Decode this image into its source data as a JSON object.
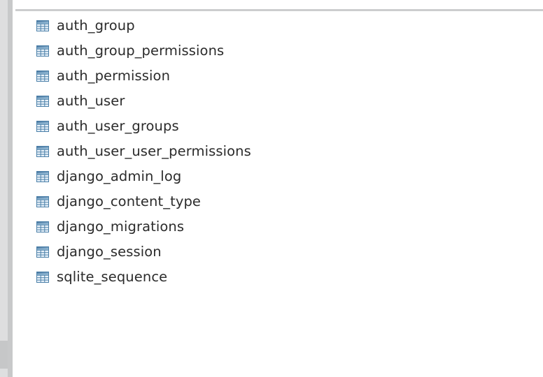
{
  "window": {
    "background_color": "#ffffff",
    "divider_color": "#cccdce"
  },
  "gutter": {
    "name": "vertical-scrollbar",
    "track_color": "#dededf",
    "band_color": "#c8c9ca",
    "thumb_color": "#c6c7c8"
  },
  "table_list": {
    "icon_name": "table-grid-icon",
    "icon_colors": {
      "header_dark": "#3a6a95",
      "header_light": "#7fa8c8",
      "border": "#4a7fa8",
      "cell_fill": "#eaf3fb"
    },
    "text_color": "#2b2b2b",
    "items": [
      {
        "label": "auth_group"
      },
      {
        "label": "auth_group_permissions"
      },
      {
        "label": "auth_permission"
      },
      {
        "label": "auth_user"
      },
      {
        "label": "auth_user_groups"
      },
      {
        "label": "auth_user_user_permissions"
      },
      {
        "label": "django_admin_log"
      },
      {
        "label": "django_content_type"
      },
      {
        "label": "django_migrations"
      },
      {
        "label": "django_session"
      },
      {
        "label": "sqlite_sequence"
      }
    ]
  }
}
